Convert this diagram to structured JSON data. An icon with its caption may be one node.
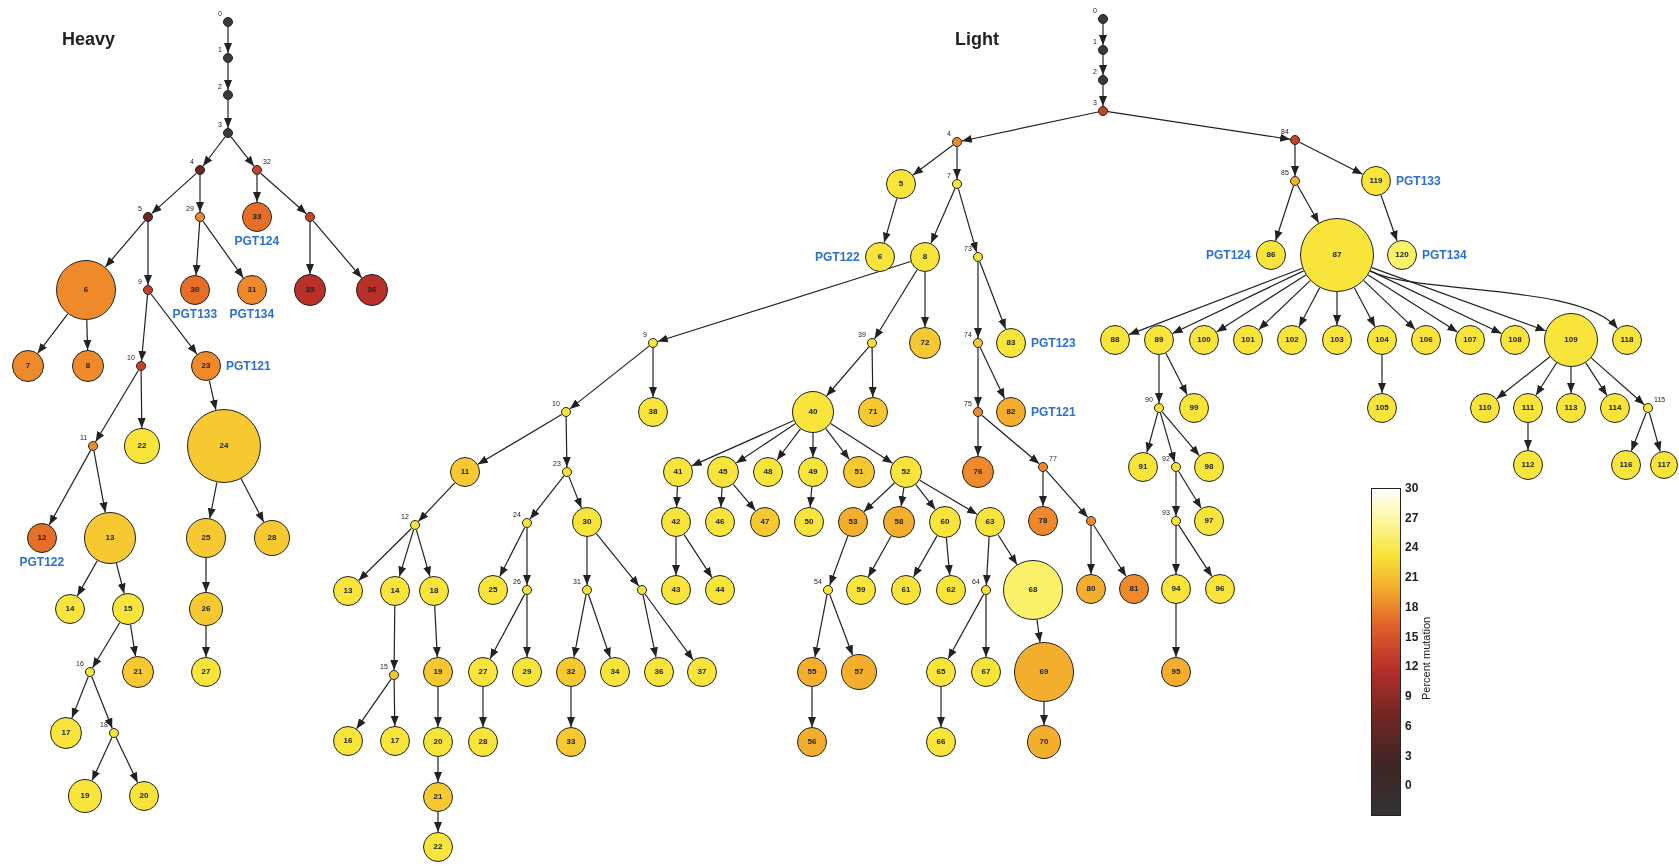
{
  "diagram": {
    "nodes": [
      {
        "text": [],
        "shape": "circle",
        "beside": [
          "0"
        ]
      },
      {
        "text": [],
        "shape": "circle",
        "beside": [
          "1"
        ]
      },
      {
        "text": [],
        "shape": "circle",
        "beside": [
          "2"
        ]
      },
      {
        "text": [],
        "shape": "circle",
        "beside": [
          "3"
        ]
      },
      {
        "text": [],
        "shape": "circle",
        "beside": [
          "4"
        ]
      },
      {
        "text": [],
        "shape": "circle",
        "beside": [
          "5"
        ]
      },
      {
        "text": [
          "6"
        ]
      },
      {
        "text": [
          "7"
        ]
      },
      {
        "text": [
          "8"
        ]
      },
      {
        "text": [],
        "shape": "circle",
        "beside": [
          "9"
        ]
      },
      {
        "text": [],
        "shape": "circle",
        "beside": [
          "10"
        ]
      },
      {
        "text": [],
        "shape": "circle",
        "beside": [
          "11"
        ]
      },
      {
        "text": [
          "12"
        ],
        "beside": [
          "PGT122"
        ]
      },
      {
        "text": [
          "13"
        ]
      },
      {
        "text": [
          "14"
        ]
      },
      {
        "text": [
          "15"
        ]
      },
      {
        "text": [],
        "shape": "circle",
        "beside": [
          "16"
        ]
      },
      {
        "text": [
          "17"
        ]
      },
      {
        "text": [],
        "shape": "circle",
        "beside": [
          "18"
        ]
      },
      {
        "text": [
          "19"
        ]
      },
      {
        "text": [
          "20"
        ]
      },
      {
        "text": [
          "21"
        ]
      },
      {
        "text": [
          "22"
        ]
      },
      {
        "text": [
          "23"
        ],
        "beside": [
          "PGT121"
        ]
      },
      {
        "text": [
          "24"
        ]
      },
      {
        "text": [
          "25"
        ]
      },
      {
        "text": [
          "26"
        ]
      },
      {
        "text": [
          "27"
        ]
      },
      {
        "text": [
          "28"
        ]
      },
      {
        "text": [],
        "shape": "circle",
        "beside": [
          "29"
        ]
      },
      {
        "text": [
          "30"
        ],
        "beside": [
          "PGT133"
        ]
      },
      {
        "text": [
          "31"
        ],
        "beside": [
          "PGT134"
        ]
      },
      {
        "text": [],
        "shape": "circle",
        "beside": [
          "32"
        ]
      },
      {
        "text": [
          "33"
        ],
        "beside": [
          "PGT124"
        ]
      },
      {
        "text": [],
        "shape": "circle"
      },
      {
        "text": [
          "35"
        ]
      },
      {
        "text": [
          "36"
        ]
      },
      {
        "text": [],
        "shape": "circle",
        "beside": [
          "0"
        ]
      },
      {
        "text": [],
        "shape": "circle",
        "beside": [
          "1"
        ]
      },
      {
        "text": [],
        "shape": "circle",
        "beside": [
          "2"
        ]
      },
      {
        "text": [],
        "shape": "circle",
        "beside": [
          "3"
        ]
      },
      {
        "text": [],
        "shape": "circle",
        "beside": [
          "4"
        ]
      },
      {
        "text": [
          "5"
        ]
      },
      {
        "text": [
          "6"
        ],
        "beside": [
          "PGT122"
        ]
      },
      {
        "text": [],
        "shape": "circle",
        "beside": [
          "7"
        ]
      },
      {
        "text": [
          "8"
        ]
      },
      {
        "text": [],
        "shape": "circle",
        "beside": [
          "9"
        ]
      },
      {
        "text": [],
        "shape": "circle",
        "beside": [
          "10"
        ]
      },
      {
        "text": [
          "11"
        ]
      },
      {
        "text": [],
        "shape": "circle",
        "beside": [
          "12"
        ]
      },
      {
        "text": [
          "13"
        ]
      },
      {
        "text": [
          "14"
        ]
      },
      {
        "text": [],
        "shape": "circle",
        "beside": [
          "15"
        ]
      },
      {
        "text": [
          "16"
        ]
      },
      {
        "text": [
          "17"
        ]
      },
      {
        "text": [
          "18"
        ]
      },
      {
        "text": [
          "19"
        ]
      },
      {
        "text": [
          "20"
        ]
      },
      {
        "text": [
          "21"
        ]
      },
      {
        "text": [
          "22"
        ]
      },
      {
        "text": [],
        "shape": "circle",
        "beside": [
          "23"
        ]
      },
      {
        "text": [],
        "shape": "circle",
        "beside": [
          "24"
        ]
      },
      {
        "text": [
          "25"
        ]
      },
      {
        "text": [],
        "shape": "circle",
        "beside": [
          "26"
        ]
      },
      {
        "text": [
          "27"
        ]
      },
      {
        "text": [
          "28"
        ]
      },
      {
        "text": [
          "29"
        ]
      },
      {
        "text": [
          "30"
        ]
      },
      {
        "text": [],
        "shape": "circle",
        "beside": [
          "31"
        ]
      },
      {
        "text": [
          "32"
        ]
      },
      {
        "text": [
          "33"
        ]
      },
      {
        "text": [
          "34"
        ]
      },
      {
        "text": [],
        "shape": "circle"
      },
      {
        "text": [
          "36"
        ]
      },
      {
        "text": [
          "37"
        ]
      },
      {
        "text": [
          "38"
        ]
      },
      {
        "text": [],
        "shape": "circle",
        "beside": [
          "39"
        ]
      },
      {
        "text": [
          "40"
        ]
      },
      {
        "text": [
          "41"
        ]
      },
      {
        "text": [
          "42"
        ]
      },
      {
        "text": [
          "43"
        ]
      },
      {
        "text": [
          "44"
        ]
      },
      {
        "text": [
          "45"
        ]
      },
      {
        "text": [
          "46"
        ]
      },
      {
        "text": [
          "47"
        ]
      },
      {
        "text": [
          "48"
        ]
      },
      {
        "text": [
          "49"
        ]
      },
      {
        "text": [
          "50"
        ]
      },
      {
        "text": [
          "51"
        ]
      },
      {
        "text": [
          "52"
        ]
      },
      {
        "text": [
          "53"
        ]
      },
      {
        "text": [],
        "shape": "circle",
        "beside": [
          "54"
        ]
      },
      {
        "text": [
          "55"
        ]
      },
      {
        "text": [
          "56"
        ]
      },
      {
        "text": [
          "57"
        ]
      },
      {
        "text": [
          "58"
        ]
      },
      {
        "text": [
          "59"
        ]
      },
      {
        "text": [
          "60"
        ]
      },
      {
        "text": [
          "61"
        ]
      },
      {
        "text": [
          "62"
        ]
      },
      {
        "text": [
          "63"
        ]
      },
      {
        "text": [],
        "shape": "circle",
        "beside": [
          "64"
        ]
      },
      {
        "text": [
          "65"
        ]
      },
      {
        "text": [
          "66"
        ]
      },
      {
        "text": [
          "67"
        ]
      },
      {
        "text": [
          "68"
        ]
      },
      {
        "text": [
          "69"
        ]
      },
      {
        "text": [
          "70"
        ]
      },
      {
        "text": [
          "71"
        ]
      },
      {
        "text": [
          "72"
        ]
      },
      {
        "text": [],
        "shape": "circle",
        "beside": [
          "73"
        ]
      },
      {
        "text": [],
        "shape": "circle",
        "beside": [
          "74"
        ]
      },
      {
        "text": [],
        "shape": "circle",
        "beside": [
          "75"
        ]
      },
      {
        "text": [
          "76"
        ]
      },
      {
        "text": [],
        "shape": "circle",
        "beside": [
          "77"
        ]
      },
      {
        "text": [
          "78"
        ]
      },
      {
        "text": [],
        "shape": "circle"
      },
      {
        "text": [
          "80"
        ]
      },
      {
        "text": [
          "81"
        ]
      },
      {
        "text": [
          "82"
        ],
        "beside": [
          "PGT121"
        ]
      },
      {
        "text": [
          "83"
        ],
        "beside": [
          "PGT123"
        ]
      },
      {
        "text": [],
        "shape": "circle",
        "beside": [
          "84"
        ]
      },
      {
        "text": [],
        "shape": "circle",
        "beside": [
          "85"
        ]
      },
      {
        "text": [
          "86"
        ],
        "beside": [
          "PGT124"
        ]
      },
      {
        "text": [
          "87"
        ]
      },
      {
        "text": [
          "88"
        ]
      },
      {
        "text": [
          "89"
        ]
      },
      {
        "text": [],
        "shape": "circle",
        "beside": [
          "90"
        ]
      },
      {
        "text": [
          "91"
        ]
      },
      {
        "text": [],
        "shape": "circle",
        "beside": [
          "92"
        ]
      },
      {
        "text": [],
        "shape": "circle",
        "beside": [
          "93"
        ]
      },
      {
        "text": [
          "94"
        ]
      },
      {
        "text": [
          "95"
        ]
      },
      {
        "text": [
          "96"
        ]
      },
      {
        "text": [
          "97"
        ]
      },
      {
        "text": [
          "98"
        ]
      },
      {
        "text": [
          "99"
        ]
      },
      {
        "text": [
          "100"
        ]
      },
      {
        "text": [
          "101"
        ]
      },
      {
        "text": [
          "102"
        ]
      },
      {
        "text": [
          "103"
        ]
      },
      {
        "text": [
          "104"
        ]
      },
      {
        "text": [
          "105"
        ]
      },
      {
        "text": [
          "106"
        ]
      },
      {
        "text": [
          "107"
        ]
      },
      {
        "text": [
          "108"
        ]
      },
      {
        "text": [
          "109"
        ]
      },
      {
        "text": [
          "110"
        ]
      },
      {
        "text": [
          "111"
        ]
      },
      {
        "text": [
          "112"
        ]
      },
      {
        "text": [
          "113"
        ]
      },
      {
        "text": [
          "114"
        ]
      },
      {
        "text": [],
        "shape": "circle",
        "beside": [
          "115"
        ]
      },
      {
        "text": [
          "116"
        ]
      },
      {
        "text": [
          "117"
        ]
      },
      {
        "text": [
          "118"
        ]
      },
      {
        "text": [
          "119"
        ],
        "beside": [
          "PGT133"
        ]
      },
      {
        "text": [
          "120"
        ],
        "beside": [
          "PGT134"
        ]
      }
    ],
    "edges": [
      {
        "from": 0,
        "to": 1,
        "arrow": "to"
      },
      {
        "from": 1,
        "to": 2,
        "arrow": "to"
      },
      {
        "from": 2,
        "to": 3,
        "arrow": "to"
      },
      {
        "from": 3,
        "to": 4,
        "arrow": "to"
      },
      {
        "from": 3,
        "to": 32,
        "arrow": "to"
      },
      {
        "from": 4,
        "to": 5,
        "arrow": "to"
      },
      {
        "from": 4,
        "to": 29,
        "arrow": "to"
      },
      {
        "from": 32,
        "to": 33,
        "arrow": "to"
      },
      {
        "from": 32,
        "to": 34,
        "arrow": "to"
      },
      {
        "from": 5,
        "to": 6,
        "arrow": "to"
      },
      {
        "from": 5,
        "to": 9,
        "arrow": "to"
      },
      {
        "from": 29,
        "to": 30,
        "arrow": "to"
      },
      {
        "from": 29,
        "to": 31,
        "arrow": "to"
      },
      {
        "from": 34,
        "to": 35,
        "arrow": "to"
      },
      {
        "from": 34,
        "to": 36,
        "arrow": "to"
      },
      {
        "from": 6,
        "to": 7,
        "arrow": "to"
      },
      {
        "from": 6,
        "to": 8,
        "arrow": "to"
      },
      {
        "from": 9,
        "to": 10,
        "arrow": "to"
      },
      {
        "from": 9,
        "to": 23,
        "arrow": "to"
      },
      {
        "from": 10,
        "to": 11,
        "arrow": "to"
      },
      {
        "from": 10,
        "to": 22,
        "arrow": "to"
      },
      {
        "from": 23,
        "to": 24,
        "arrow": "to"
      },
      {
        "from": 11,
        "to": 12,
        "arrow": "to"
      },
      {
        "from": 11,
        "to": 13,
        "arrow": "to"
      },
      {
        "from": 24,
        "to": 25,
        "arrow": "to"
      },
      {
        "from": 24,
        "to": 28,
        "arrow": "to"
      },
      {
        "from": 13,
        "to": 14,
        "arrow": "to"
      },
      {
        "from": 13,
        "to": 15,
        "arrow": "to"
      },
      {
        "from": 25,
        "to": 26,
        "arrow": "to"
      },
      {
        "from": 15,
        "to": 16,
        "arrow": "to"
      },
      {
        "from": 15,
        "to": 21,
        "arrow": "to"
      },
      {
        "from": 26,
        "to": 27,
        "arrow": "to"
      },
      {
        "from": 16,
        "to": 17,
        "arrow": "to"
      },
      {
        "from": 16,
        "to": 18,
        "arrow": "to"
      },
      {
        "from": 18,
        "to": 19,
        "arrow": "to"
      },
      {
        "from": 18,
        "to": 20,
        "arrow": "to"
      },
      {
        "from": 37,
        "to": 38,
        "arrow": "to"
      },
      {
        "from": 38,
        "to": 39,
        "arrow": "to"
      },
      {
        "from": 39,
        "to": 40,
        "arrow": "to"
      },
      {
        "from": 40,
        "to": 41,
        "arrow": "to"
      },
      {
        "from": 40,
        "to": 121,
        "arrow": "to"
      },
      {
        "from": 41,
        "to": 42,
        "arrow": "to"
      },
      {
        "from": 41,
        "to": 44,
        "arrow": "to"
      },
      {
        "from": 42,
        "to": 43,
        "arrow": "to"
      },
      {
        "from": 44,
        "to": 45,
        "arrow": "to"
      },
      {
        "from": 44,
        "to": 110,
        "arrow": "to"
      },
      {
        "from": 45,
        "to": 46,
        "arrow": "to"
      },
      {
        "from": 45,
        "to": 76,
        "arrow": "to"
      },
      {
        "from": 45,
        "to": 109,
        "arrow": "to"
      },
      {
        "from": 110,
        "to": 111,
        "arrow": "to"
      },
      {
        "from": 110,
        "to": 120,
        "arrow": "to"
      },
      {
        "from": 46,
        "to": 47,
        "arrow": "to"
      },
      {
        "from": 46,
        "to": 75,
        "arrow": "to"
      },
      {
        "from": 76,
        "to": 77,
        "arrow": "to"
      },
      {
        "from": 76,
        "to": 108,
        "arrow": "to"
      },
      {
        "from": 111,
        "to": 112,
        "arrow": "to"
      },
      {
        "from": 111,
        "to": 119,
        "arrow": "to"
      },
      {
        "from": 47,
        "to": 48,
        "arrow": "to"
      },
      {
        "from": 47,
        "to": 60,
        "arrow": "to"
      },
      {
        "from": 77,
        "to": 78,
        "arrow": "to"
      },
      {
        "from": 77,
        "to": 82,
        "arrow": "to"
      },
      {
        "from": 77,
        "to": 85,
        "arrow": "to"
      },
      {
        "from": 77,
        "to": 86,
        "arrow": "to"
      },
      {
        "from": 77,
        "to": 88,
        "arrow": "to"
      },
      {
        "from": 77,
        "to": 89,
        "arrow": "to"
      },
      {
        "from": 112,
        "to": 113,
        "arrow": "to"
      },
      {
        "from": 112,
        "to": 114,
        "arrow": "to"
      },
      {
        "from": 48,
        "to": 49,
        "arrow": "to"
      },
      {
        "from": 49,
        "to": 50,
        "arrow": "to"
      },
      {
        "from": 49,
        "to": 51,
        "arrow": "to"
      },
      {
        "from": 49,
        "to": 55,
        "arrow": "to"
      },
      {
        "from": 51,
        "to": 52,
        "arrow": "to"
      },
      {
        "from": 52,
        "to": 53,
        "arrow": "to"
      },
      {
        "from": 52,
        "to": 54,
        "arrow": "to"
      },
      {
        "from": 55,
        "to": 56,
        "arrow": "to"
      },
      {
        "from": 56,
        "to": 57,
        "arrow": "to"
      },
      {
        "from": 57,
        "to": 58,
        "arrow": "to"
      },
      {
        "from": 58,
        "to": 59,
        "arrow": "to"
      },
      {
        "from": 60,
        "to": 61,
        "arrow": "to"
      },
      {
        "from": 60,
        "to": 67,
        "arrow": "to"
      },
      {
        "from": 61,
        "to": 62,
        "arrow": "to"
      },
      {
        "from": 61,
        "to": 63,
        "arrow": "to"
      },
      {
        "from": 63,
        "to": 64,
        "arrow": "to"
      },
      {
        "from": 63,
        "to": 66,
        "arrow": "to"
      },
      {
        "from": 64,
        "to": 65,
        "arrow": "to"
      },
      {
        "from": 67,
        "to": 68,
        "arrow": "to"
      },
      {
        "from": 67,
        "to": 72,
        "arrow": "to"
      },
      {
        "from": 68,
        "to": 69,
        "arrow": "to"
      },
      {
        "from": 68,
        "to": 71,
        "arrow": "to"
      },
      {
        "from": 69,
        "to": 70,
        "arrow": "to"
      },
      {
        "from": 72,
        "to": 73,
        "arrow": "to"
      },
      {
        "from": 72,
        "to": 74,
        "arrow": "to"
      },
      {
        "from": 78,
        "to": 79,
        "arrow": "to"
      },
      {
        "from": 79,
        "to": 80,
        "arrow": "to"
      },
      {
        "from": 79,
        "to": 81,
        "arrow": "to"
      },
      {
        "from": 82,
        "to": 83,
        "arrow": "to"
      },
      {
        "from": 82,
        "to": 84,
        "arrow": "to"
      },
      {
        "from": 86,
        "to": 87,
        "arrow": "to"
      },
      {
        "from": 89,
        "to": 90,
        "arrow": "to"
      },
      {
        "from": 89,
        "to": 95,
        "arrow": "to"
      },
      {
        "from": 89,
        "to": 97,
        "arrow": "to"
      },
      {
        "from": 89,
        "to": 100,
        "arrow": "to"
      },
      {
        "from": 90,
        "to": 91,
        "arrow": "to"
      },
      {
        "from": 91,
        "to": 92,
        "arrow": "to"
      },
      {
        "from": 91,
        "to": 94,
        "arrow": "to"
      },
      {
        "from": 92,
        "to": 93,
        "arrow": "to"
      },
      {
        "from": 95,
        "to": 96,
        "arrow": "to"
      },
      {
        "from": 97,
        "to": 98,
        "arrow": "to"
      },
      {
        "from": 97,
        "to": 99,
        "arrow": "to"
      },
      {
        "from": 100,
        "to": 101,
        "arrow": "to"
      },
      {
        "from": 100,
        "to": 105,
        "arrow": "to"
      },
      {
        "from": 101,
        "to": 102,
        "arrow": "to"
      },
      {
        "from": 101,
        "to": 104,
        "arrow": "to"
      },
      {
        "from": 102,
        "to": 103,
        "arrow": "to"
      },
      {
        "from": 105,
        "to": 106,
        "arrow": "to"
      },
      {
        "from": 106,
        "to": 107,
        "arrow": "to"
      },
      {
        "from": 114,
        "to": 115,
        "arrow": "to"
      },
      {
        "from": 114,
        "to": 116,
        "arrow": "to"
      },
      {
        "from": 116,
        "to": 117,
        "arrow": "to"
      },
      {
        "from": 116,
        "to": 118,
        "arrow": "to"
      },
      {
        "from": 121,
        "to": 122,
        "arrow": "to"
      },
      {
        "from": 121,
        "to": 156,
        "arrow": "to"
      },
      {
        "from": 122,
        "to": 123,
        "arrow": "to"
      },
      {
        "from": 122,
        "to": 124,
        "arrow": "to"
      },
      {
        "from": 156,
        "to": 157,
        "arrow": "to"
      },
      {
        "from": 124,
        "to": 125,
        "arrow": "to"
      },
      {
        "from": 124,
        "to": 126,
        "arrow": "to"
      },
      {
        "from": 124,
        "to": 137,
        "arrow": "to"
      },
      {
        "from": 124,
        "to": 138,
        "arrow": "to"
      },
      {
        "from": 124,
        "to": 139,
        "arrow": "to"
      },
      {
        "from": 124,
        "to": 140,
        "arrow": "to"
      },
      {
        "from": 124,
        "to": 141,
        "arrow": "to"
      },
      {
        "from": 124,
        "to": 143,
        "arrow": "to"
      },
      {
        "from": 124,
        "to": 144,
        "arrow": "to"
      },
      {
        "from": 124,
        "to": 145,
        "arrow": "to"
      },
      {
        "from": 124,
        "to": 146,
        "arrow": "to"
      },
      {
        "from": 124,
        "to": 155,
        "arrow": "to"
      },
      {
        "from": 126,
        "to": 127,
        "arrow": "to"
      },
      {
        "from": 126,
        "to": 136,
        "arrow": "to"
      },
      {
        "from": 141,
        "to": 142,
        "arrow": "to"
      },
      {
        "from": 146,
        "to": 147,
        "arrow": "to"
      },
      {
        "from": 146,
        "to": 148,
        "arrow": "to"
      },
      {
        "from": 146,
        "to": 150,
        "arrow": "to"
      },
      {
        "from": 146,
        "to": 151,
        "arrow": "to"
      },
      {
        "from": 146,
        "to": 152,
        "arrow": "to"
      },
      {
        "from": 148,
        "to": 149,
        "arrow": "to"
      },
      {
        "from": 152,
        "to": 153,
        "arrow": "to"
      },
      {
        "from": 152,
        "to": 154,
        "arrow": "to"
      },
      {
        "from": 127,
        "to": 128,
        "arrow": "to"
      },
      {
        "from": 127,
        "to": 129,
        "arrow": "to"
      },
      {
        "from": 127,
        "to": 135,
        "arrow": "to"
      },
      {
        "from": 129,
        "to": 130,
        "arrow": "to"
      },
      {
        "from": 129,
        "to": 134,
        "arrow": "to"
      },
      {
        "from": 130,
        "to": 131,
        "arrow": "to"
      },
      {
        "from": 130,
        "to": 133,
        "arrow": "to"
      },
      {
        "from": 131,
        "to": 132,
        "arrow": "to"
      }
    ],
    "labels": [
      "Heavy",
      "Light",
      "30",
      "27",
      "24",
      "21",
      "18",
      "15",
      "12",
      "9",
      "6",
      "3",
      "0",
      "Percent mutation"
    ]
  }
}
